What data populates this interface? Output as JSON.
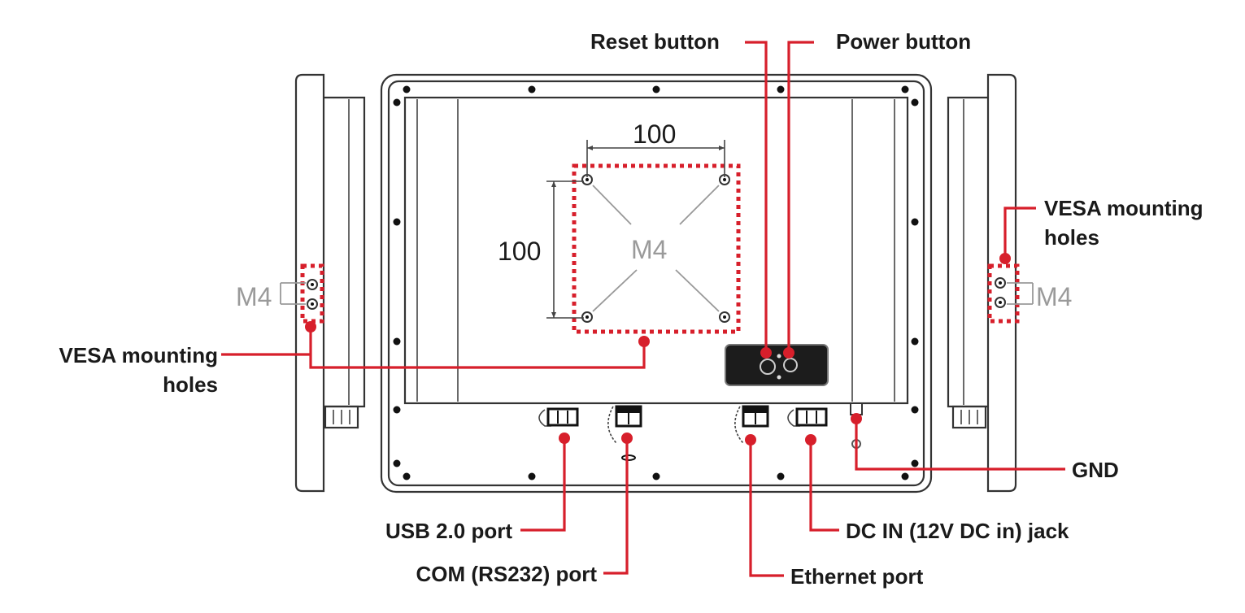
{
  "diagram": {
    "title": "Rear view and side views of panel PC with I/O callouts",
    "accent_color": "#d71f2b",
    "callouts": {
      "reset_button": "Reset button",
      "power_button": "Power button",
      "vesa_right_line1": "VESA mounting",
      "vesa_right_line2": "holes",
      "vesa_left_line1": "VESA mounting",
      "vesa_left_line2": "holes",
      "gnd": "GND",
      "usb": "USB 2.0 port",
      "com": "COM (RS232) port",
      "ethernet": "Ethernet port",
      "dc_in": "DC IN (12V DC in) jack"
    },
    "dimensions": {
      "horizontal": "100",
      "vertical": "100",
      "screw_size_center": "M4",
      "screw_size_left": "M4",
      "screw_size_right": "M4"
    }
  }
}
